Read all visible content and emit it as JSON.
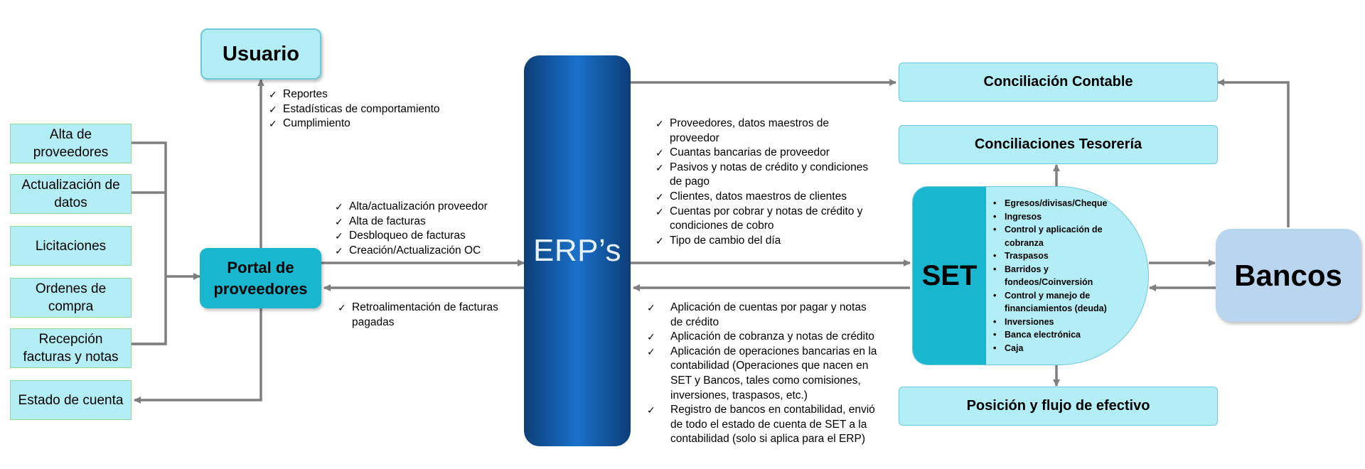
{
  "left_boxes": [
    "Alta de\nproveedores",
    "Actualización de\ndatos",
    "Licitaciones",
    "Ordenes de\ncompra",
    "Recepción\nfacturas y notas",
    "Estado de cuenta"
  ],
  "usuario": "Usuario",
  "portal": "Portal de\nproveedores",
  "erp": "ERP’s",
  "set": "SET",
  "bancos": "Bancos",
  "right_boxes": {
    "conciliacion_contable": "Conciliación Contable",
    "conciliaciones_tesoreria": "Conciliaciones Tesorería",
    "posicion_flujo": "Posición y flujo de efectivo"
  },
  "usuario_checks": [
    "Reportes",
    "Estadísticas de comportamiento",
    "Cumplimiento"
  ],
  "portal_to_erp_checks": [
    "Alta/actualización proveedor",
    "Alta de facturas",
    "Desbloqueo de facturas",
    "Creación/Actualización OC"
  ],
  "erp_to_portal_checks": [
    "Retroalimentación de facturas\npagadas"
  ],
  "erp_to_set_checks": [
    "Proveedores, datos maestros de\nproveedor",
    "Cuantas bancarias de proveedor",
    "Pasivos y notas de crédito y condiciones\nde pago",
    "Clientes, datos maestros de clientes",
    "Cuentas por cobrar y notas de crédito y\ncondiciones de cobro",
    "Tipo de cambio del día"
  ],
  "set_to_erp_checks": [
    "Aplicación de cuentas por pagar y notas\nde crédito",
    "Aplicación de cobranza y notas de crédito",
    "Aplicación de operaciones bancarias en la\ncontabilidad (Operaciones que nacen en\nSET y Bancos, tales como comisiones,\ninversiones, traspasos, etc.)",
    "Registro de bancos en contabilidad, envió\nde todo el estado de cuenta de SET a la\ncontabilidad (solo si aplica para el ERP)"
  ],
  "set_items": [
    "Egresos/divisas/Cheque",
    "Ingresos",
    "Control y aplicación de\ncobranza",
    "Traspasos",
    "Barridos y\nfondeos/Coinversión",
    "Control y manejo de\nfinanciamientos (deuda)",
    "Inversiones",
    "Banca electrónica",
    "Caja"
  ],
  "colors": {
    "light_box": "#b3eef7",
    "portal": "#18b6cf",
    "erp_dark": "#0c3e78",
    "erp_light": "#1a6fc8",
    "bancos": "#b9d5ef",
    "arrow": "#7f7f7f"
  }
}
